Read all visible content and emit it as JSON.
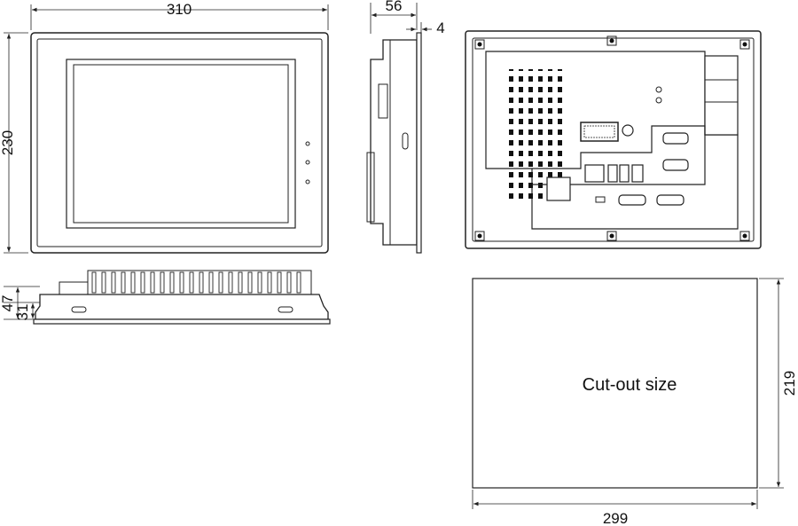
{
  "dimensions": {
    "front_width": "310",
    "front_height": "230",
    "side_depth": "56",
    "bezel_thickness": "4",
    "bottom_total_height": "47",
    "bottom_body_height": "31",
    "cutout_width": "299",
    "cutout_height": "219"
  },
  "cutout": {
    "label": "Cut-out size"
  }
}
